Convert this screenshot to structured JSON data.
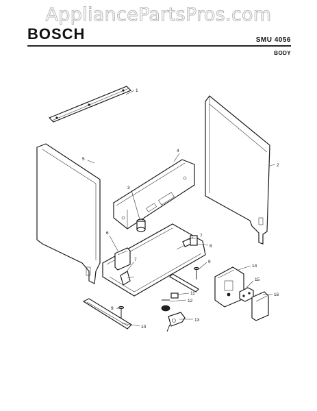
{
  "watermark": "AppliancePartsPros.com",
  "header": {
    "brand": "BOSCH",
    "model": "SMU 4056",
    "section": "BODY"
  },
  "callouts": [
    "1",
    "2",
    "3",
    "4",
    "5",
    "6",
    "7",
    "7",
    "8",
    "9",
    "9",
    "10",
    "11",
    "12",
    "13",
    "14",
    "15",
    "16"
  ]
}
